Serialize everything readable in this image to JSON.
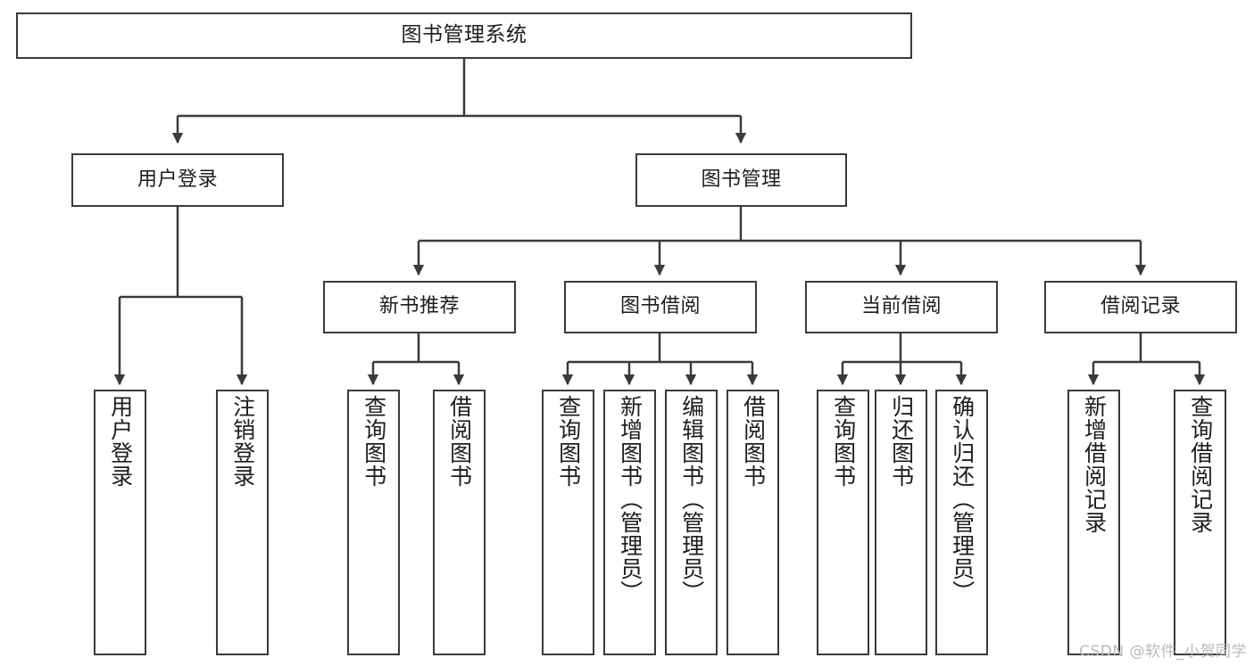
{
  "diagram": {
    "title": "图书管理系统",
    "watermark": "CSDN @软件_小贺同学",
    "colors": {
      "stroke": "#3a3a3a",
      "text": "#1d1d1d",
      "background": "#ffffff",
      "watermark": "#b9b9b9"
    },
    "root": {
      "label": "图书管理系统"
    },
    "level2": {
      "user_login": "用户登录",
      "book_manage": "图书管理"
    },
    "level3": {
      "new_book_recommend": "新书推荐",
      "book_borrow": "图书借阅",
      "current_borrow": "当前借阅",
      "borrow_record": "借阅记录"
    },
    "leaves": {
      "user_login": [
        "用户登录",
        "注销登录"
      ],
      "new_book_recommend": [
        "查询图书",
        "借阅图书"
      ],
      "book_borrow": [
        "查询图书",
        "新增图书（管理员）",
        "编辑图书（管理员）",
        "借阅图书"
      ],
      "current_borrow": [
        "查询图书",
        "归还图书",
        "确认归还（管理员）"
      ],
      "borrow_record": [
        "新增借阅记录",
        "查询借阅记录"
      ]
    }
  }
}
